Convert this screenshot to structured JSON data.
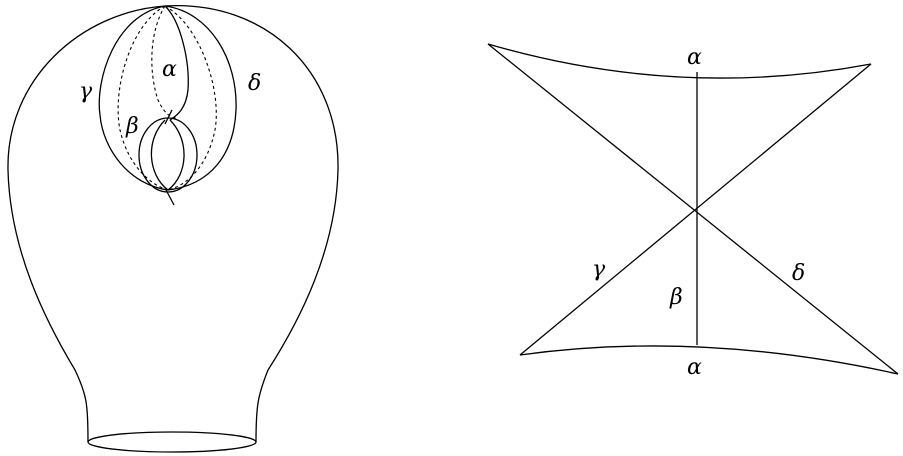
{
  "left_figure": {
    "labels": {
      "alpha": "α",
      "beta": "β",
      "gamma": "γ",
      "delta": "δ"
    }
  },
  "right_figure": {
    "labels": {
      "alpha_top": "α",
      "alpha_bottom": "α",
      "beta": "β",
      "gamma": "γ",
      "delta": "δ"
    }
  },
  "colors": {
    "stroke": "#000000",
    "background": "#ffffff"
  }
}
